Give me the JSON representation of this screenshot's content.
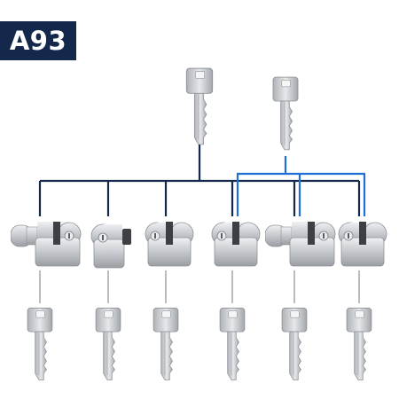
{
  "badge": {
    "label": "A93",
    "background": "#13284a",
    "text_color": "#ffffff"
  },
  "colors": {
    "master_line": "#13284a",
    "group_line": "#1e6fd6",
    "metal": "#c9ccd0",
    "metal_dark": "#8e9297"
  },
  "master_keys": [
    {
      "name": "grand-master-key",
      "icon": "key-icon"
    },
    {
      "name": "master-key",
      "icon": "key-icon"
    }
  ],
  "cylinders": [
    {
      "name": "cylinder-1",
      "type": "thumbturn-cylinder",
      "icon": "thumbturn-cylinder-icon",
      "master_line": "#13284a"
    },
    {
      "name": "cylinder-2",
      "type": "half-cylinder",
      "icon": "half-cylinder-icon",
      "master_line": "#13284a"
    },
    {
      "name": "cylinder-3",
      "type": "double-cylinder",
      "icon": "double-cylinder-icon",
      "master_line": "#13284a"
    },
    {
      "name": "cylinder-4",
      "type": "double-cylinder",
      "icon": "double-cylinder-icon",
      "master_line": "#1e6fd6"
    },
    {
      "name": "cylinder-5",
      "type": "thumbturn-cylinder",
      "icon": "thumbturn-cylinder-icon",
      "master_line": "#1e6fd6"
    },
    {
      "name": "cylinder-6",
      "type": "double-cylinder",
      "icon": "double-cylinder-icon",
      "master_line": "#1e6fd6"
    }
  ],
  "individual_keys": [
    {
      "name": "key-1",
      "icon": "key-icon"
    },
    {
      "name": "key-2",
      "icon": "key-icon"
    },
    {
      "name": "key-3",
      "icon": "key-icon"
    },
    {
      "name": "key-4",
      "icon": "key-icon"
    },
    {
      "name": "key-5",
      "icon": "key-icon"
    },
    {
      "name": "key-6",
      "icon": "key-icon"
    }
  ]
}
